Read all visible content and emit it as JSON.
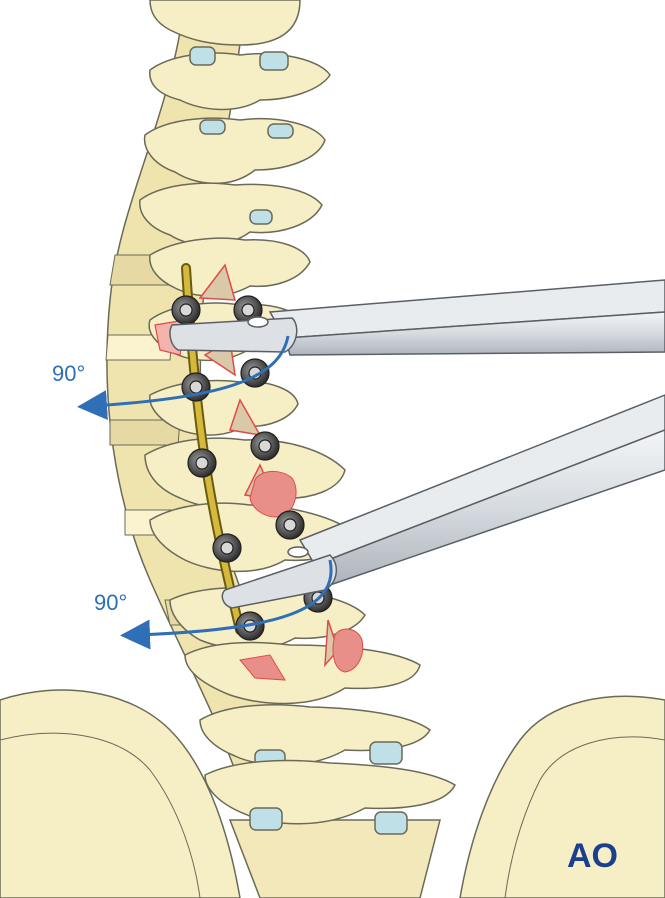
{
  "labels": {
    "upper_angle": "90°",
    "lower_angle": "90°"
  },
  "logo": {
    "text": "AO",
    "color": "#1a3f8f"
  },
  "colors": {
    "bone_fill": "#f6eec4",
    "bone_stroke": "#6b6a58",
    "bone_shadow": "#e6d9a3",
    "disc": "#bfe0e6",
    "rod": "#d4b93c",
    "screw": "#4a4a4a",
    "instrument": "#dde1e6",
    "instrument_stroke": "#5a5f66",
    "arrow": "#2f6fb5",
    "osteotomy": "#e04a4a",
    "graft": "#e88f8a"
  },
  "icons": {
    "arrow": "curved-rotation-arrow",
    "logo": "ao-logo"
  }
}
